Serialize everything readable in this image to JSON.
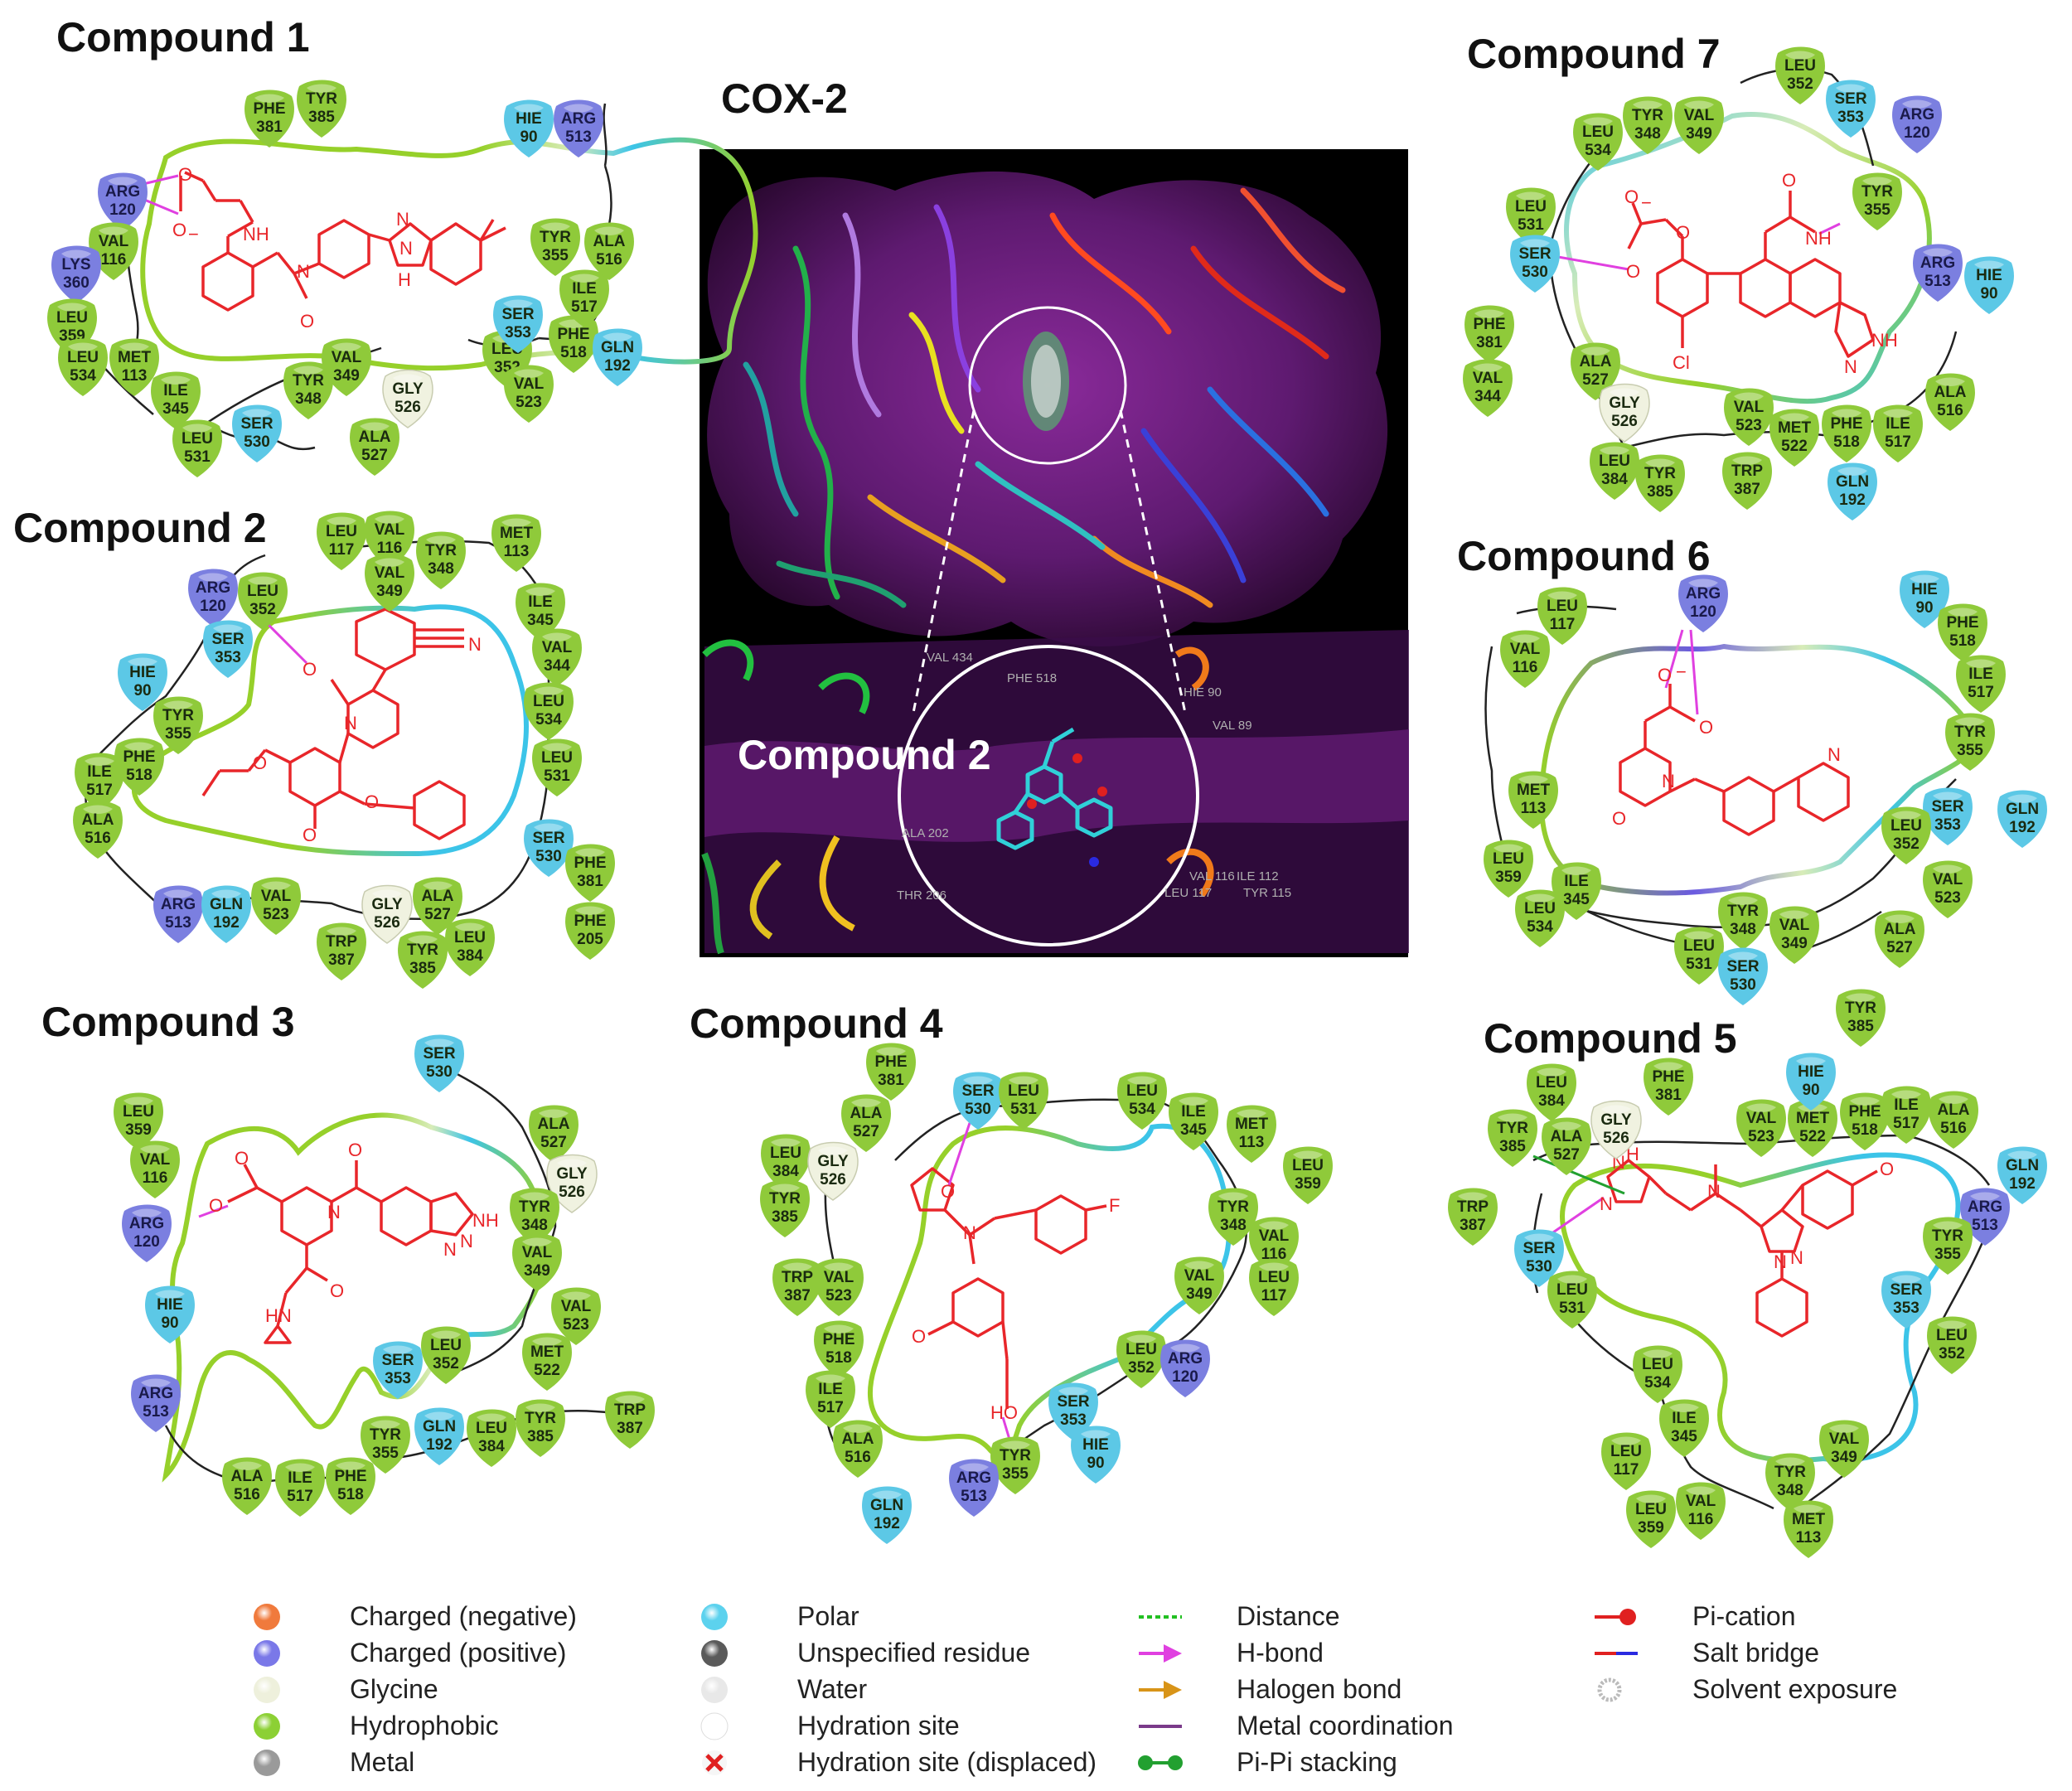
{
  "titles": {
    "c1": "Compound 1",
    "c2": "Compound 2",
    "c3": "Compound 3",
    "c4": "Compound 4",
    "c5": "Compound 5",
    "c6": "Compound 6",
    "c7": "Compound 7",
    "cox2": "COX-2",
    "inset": "Compound 2"
  },
  "colors": {
    "hydrophobic": "#8fca3a",
    "polar": "#5cc8e6",
    "positive": "#7b7fe0",
    "glycine": "#f0f2e0",
    "pocket_green": "#96d02a",
    "pocket_blue": "#3cc4e8",
    "ligand": "#e8262a",
    "hbond": "#e040e0"
  },
  "panels": {
    "c1": {
      "residues": [
        {
          "n": "PHE",
          "k": "381",
          "t": "h"
        },
        {
          "n": "TYR",
          "k": "385",
          "t": "h"
        },
        {
          "n": "HIE",
          "k": "90",
          "t": "p"
        },
        {
          "n": "ARG",
          "k": "513",
          "t": "c"
        },
        {
          "n": "ARG",
          "k": "120",
          "t": "c"
        },
        {
          "n": "VAL",
          "k": "116",
          "t": "h"
        },
        {
          "n": "LYS",
          "k": "360",
          "t": "c"
        },
        {
          "n": "LEU",
          "k": "359",
          "t": "h"
        },
        {
          "n": "LEU",
          "k": "534",
          "t": "h"
        },
        {
          "n": "MET",
          "k": "113",
          "t": "h"
        },
        {
          "n": "ILE",
          "k": "345",
          "t": "h"
        },
        {
          "n": "LEU",
          "k": "531",
          "t": "h"
        },
        {
          "n": "SER",
          "k": "530",
          "t": "p"
        },
        {
          "n": "TYR",
          "k": "348",
          "t": "h"
        },
        {
          "n": "VAL",
          "k": "349",
          "t": "h"
        },
        {
          "n": "LEU",
          "k": "352",
          "t": "h"
        },
        {
          "n": "SER",
          "k": "353",
          "t": "p"
        },
        {
          "n": "GLY",
          "k": "526",
          "t": "g"
        },
        {
          "n": "ALA",
          "k": "527",
          "t": "h"
        },
        {
          "n": "VAL",
          "k": "523",
          "t": "h"
        },
        {
          "n": "PHE",
          "k": "518",
          "t": "h"
        },
        {
          "n": "GLN",
          "k": "192",
          "t": "p"
        },
        {
          "n": "ILE",
          "k": "517",
          "t": "h"
        },
        {
          "n": "ALA",
          "k": "516",
          "t": "h"
        },
        {
          "n": "TYR",
          "k": "355",
          "t": "h"
        }
      ]
    },
    "c2": {
      "residues": [
        {
          "n": "LEU",
          "k": "117",
          "t": "h"
        },
        {
          "n": "VAL",
          "k": "116",
          "t": "h"
        },
        {
          "n": "MET",
          "k": "113",
          "t": "h"
        },
        {
          "n": "TYR",
          "k": "348",
          "t": "h"
        },
        {
          "n": "VAL",
          "k": "349",
          "t": "h"
        },
        {
          "n": "ARG",
          "k": "120",
          "t": "c"
        },
        {
          "n": "LEU",
          "k": "352",
          "t": "h"
        },
        {
          "n": "ILE",
          "k": "345",
          "t": "h"
        },
        {
          "n": "SER",
          "k": "353",
          "t": "p"
        },
        {
          "n": "VAL",
          "k": "344",
          "t": "h"
        },
        {
          "n": "HIE",
          "k": "90",
          "t": "p"
        },
        {
          "n": "LEU",
          "k": "534",
          "t": "h"
        },
        {
          "n": "TYR",
          "k": "355",
          "t": "h"
        },
        {
          "n": "PHE",
          "k": "518",
          "t": "h"
        },
        {
          "n": "ILE",
          "k": "517",
          "t": "h"
        },
        {
          "n": "LEU",
          "k": "531",
          "t": "h"
        },
        {
          "n": "ALA",
          "k": "516",
          "t": "h"
        },
        {
          "n": "SER",
          "k": "530",
          "t": "p"
        },
        {
          "n": "PHE",
          "k": "381",
          "t": "h"
        },
        {
          "n": "ARG",
          "k": "513",
          "t": "c"
        },
        {
          "n": "GLN",
          "k": "192",
          "t": "p"
        },
        {
          "n": "VAL",
          "k": "523",
          "t": "h"
        },
        {
          "n": "GLY",
          "k": "526",
          "t": "g"
        },
        {
          "n": "ALA",
          "k": "527",
          "t": "h"
        },
        {
          "n": "LEU",
          "k": "384",
          "t": "h"
        },
        {
          "n": "TRP",
          "k": "387",
          "t": "h"
        },
        {
          "n": "TYR",
          "k": "385",
          "t": "h"
        },
        {
          "n": "PHE",
          "k": "205",
          "t": "h"
        }
      ]
    },
    "c3": {
      "residues": [
        {
          "n": "SER",
          "k": "530",
          "t": "p"
        },
        {
          "n": "ALA",
          "k": "527",
          "t": "h"
        },
        {
          "n": "LEU",
          "k": "359",
          "t": "h"
        },
        {
          "n": "GLY",
          "k": "526",
          "t": "g"
        },
        {
          "n": "VAL",
          "k": "116",
          "t": "h"
        },
        {
          "n": "TYR",
          "k": "348",
          "t": "h"
        },
        {
          "n": "ARG",
          "k": "120",
          "t": "c"
        },
        {
          "n": "VAL",
          "k": "349",
          "t": "h"
        },
        {
          "n": "VAL",
          "k": "523",
          "t": "h"
        },
        {
          "n": "HIE",
          "k": "90",
          "t": "p"
        },
        {
          "n": "LEU",
          "k": "352",
          "t": "h"
        },
        {
          "n": "MET",
          "k": "522",
          "t": "h"
        },
        {
          "n": "SER",
          "k": "353",
          "t": "p"
        },
        {
          "n": "ARG",
          "k": "513",
          "t": "c"
        },
        {
          "n": "GLN",
          "k": "192",
          "t": "p"
        },
        {
          "n": "TYR",
          "k": "355",
          "t": "h"
        },
        {
          "n": "LEU",
          "k": "384",
          "t": "h"
        },
        {
          "n": "TYR",
          "k": "385",
          "t": "h"
        },
        {
          "n": "TRP",
          "k": "387",
          "t": "h"
        },
        {
          "n": "ALA",
          "k": "516",
          "t": "h"
        },
        {
          "n": "ILE",
          "k": "517",
          "t": "h"
        },
        {
          "n": "PHE",
          "k": "518",
          "t": "h"
        }
      ]
    },
    "c4": {
      "residues": [
        {
          "n": "PHE",
          "k": "381",
          "t": "h"
        },
        {
          "n": "SER",
          "k": "530",
          "t": "p"
        },
        {
          "n": "LEU",
          "k": "531",
          "t": "h"
        },
        {
          "n": "LEU",
          "k": "534",
          "t": "h"
        },
        {
          "n": "ILE",
          "k": "345",
          "t": "h"
        },
        {
          "n": "MET",
          "k": "113",
          "t": "h"
        },
        {
          "n": "ALA",
          "k": "527",
          "t": "h"
        },
        {
          "n": "LEU",
          "k": "384",
          "t": "h"
        },
        {
          "n": "GLY",
          "k": "526",
          "t": "g"
        },
        {
          "n": "LEU",
          "k": "359",
          "t": "h"
        },
        {
          "n": "TYR",
          "k": "385",
          "t": "h"
        },
        {
          "n": "TYR",
          "k": "348",
          "t": "h"
        },
        {
          "n": "VAL",
          "k": "116",
          "t": "h"
        },
        {
          "n": "TRP",
          "k": "387",
          "t": "h"
        },
        {
          "n": "VAL",
          "k": "523",
          "t": "h"
        },
        {
          "n": "VAL",
          "k": "349",
          "t": "h"
        },
        {
          "n": "LEU",
          "k": "117",
          "t": "h"
        },
        {
          "n": "PHE",
          "k": "518",
          "t": "h"
        },
        {
          "n": "LEU",
          "k": "352",
          "t": "h"
        },
        {
          "n": "ARG",
          "k": "120",
          "t": "c"
        },
        {
          "n": "ILE",
          "k": "517",
          "t": "h"
        },
        {
          "n": "SER",
          "k": "353",
          "t": "p"
        },
        {
          "n": "ALA",
          "k": "516",
          "t": "h"
        },
        {
          "n": "TYR",
          "k": "355",
          "t": "h"
        },
        {
          "n": "HIE",
          "k": "90",
          "t": "p"
        },
        {
          "n": "ARG",
          "k": "513",
          "t": "c"
        },
        {
          "n": "GLN",
          "k": "192",
          "t": "p"
        }
      ]
    },
    "c5": {
      "residues": [
        {
          "n": "LEU",
          "k": "384",
          "t": "h"
        },
        {
          "n": "PHE",
          "k": "381",
          "t": "h"
        },
        {
          "n": "TYR",
          "k": "385",
          "t": "h"
        },
        {
          "n": "GLY",
          "k": "526",
          "t": "g"
        },
        {
          "n": "ALA",
          "k": "527",
          "t": "h"
        },
        {
          "n": "VAL",
          "k": "523",
          "t": "h"
        },
        {
          "n": "MET",
          "k": "522",
          "t": "h"
        },
        {
          "n": "HIE",
          "k": "90",
          "t": "p"
        },
        {
          "n": "PHE",
          "k": "518",
          "t": "h"
        },
        {
          "n": "ILE",
          "k": "517",
          "t": "h"
        },
        {
          "n": "ALA",
          "k": "516",
          "t": "h"
        },
        {
          "n": "GLN",
          "k": "192",
          "t": "p"
        },
        {
          "n": "TRP",
          "k": "387",
          "t": "h"
        },
        {
          "n": "ARG",
          "k": "513",
          "t": "c"
        },
        {
          "n": "SER",
          "k": "530",
          "t": "p"
        },
        {
          "n": "TYR",
          "k": "355",
          "t": "h"
        },
        {
          "n": "LEU",
          "k": "531",
          "t": "h"
        },
        {
          "n": "SER",
          "k": "353",
          "t": "p"
        },
        {
          "n": "LEU",
          "k": "352",
          "t": "h"
        },
        {
          "n": "LEU",
          "k": "534",
          "t": "h"
        },
        {
          "n": "ILE",
          "k": "345",
          "t": "h"
        },
        {
          "n": "LEU",
          "k": "117",
          "t": "h"
        },
        {
          "n": "VAL",
          "k": "349",
          "t": "h"
        },
        {
          "n": "TYR",
          "k": "348",
          "t": "h"
        },
        {
          "n": "VAL",
          "k": "116",
          "t": "h"
        },
        {
          "n": "LEU",
          "k": "359",
          "t": "h"
        },
        {
          "n": "MET",
          "k": "113",
          "t": "h"
        }
      ]
    },
    "c6": {
      "residues": [
        {
          "n": "ARG",
          "k": "120",
          "t": "c"
        },
        {
          "n": "HIE",
          "k": "90",
          "t": "p"
        },
        {
          "n": "LEU",
          "k": "117",
          "t": "h"
        },
        {
          "n": "PHE",
          "k": "518",
          "t": "h"
        },
        {
          "n": "VAL",
          "k": "116",
          "t": "h"
        },
        {
          "n": "ILE",
          "k": "517",
          "t": "h"
        },
        {
          "n": "TYR",
          "k": "355",
          "t": "h"
        },
        {
          "n": "MET",
          "k": "113",
          "t": "h"
        },
        {
          "n": "SER",
          "k": "353",
          "t": "p"
        },
        {
          "n": "GLN",
          "k": "192",
          "t": "p"
        },
        {
          "n": "LEU",
          "k": "352",
          "t": "h"
        },
        {
          "n": "LEU",
          "k": "359",
          "t": "h"
        },
        {
          "n": "VAL",
          "k": "523",
          "t": "h"
        },
        {
          "n": "ILE",
          "k": "345",
          "t": "h"
        },
        {
          "n": "LEU",
          "k": "534",
          "t": "h"
        },
        {
          "n": "TYR",
          "k": "348",
          "t": "h"
        },
        {
          "n": "VAL",
          "k": "349",
          "t": "h"
        },
        {
          "n": "ALA",
          "k": "527",
          "t": "h"
        },
        {
          "n": "LEU",
          "k": "531",
          "t": "h"
        },
        {
          "n": "SER",
          "k": "530",
          "t": "p"
        },
        {
          "n": "TYR",
          "k": "385",
          "t": "h"
        }
      ]
    },
    "c7": {
      "residues": [
        {
          "n": "LEU",
          "k": "352",
          "t": "h"
        },
        {
          "n": "SER",
          "k": "353",
          "t": "p"
        },
        {
          "n": "TYR",
          "k": "348",
          "t": "h"
        },
        {
          "n": "VAL",
          "k": "349",
          "t": "h"
        },
        {
          "n": "ARG",
          "k": "120",
          "t": "c"
        },
        {
          "n": "LEU",
          "k": "534",
          "t": "h"
        },
        {
          "n": "TYR",
          "k": "355",
          "t": "h"
        },
        {
          "n": "LEU",
          "k": "531",
          "t": "h"
        },
        {
          "n": "SER",
          "k": "530",
          "t": "p"
        },
        {
          "n": "ARG",
          "k": "513",
          "t": "c"
        },
        {
          "n": "HIE",
          "k": "90",
          "t": "p"
        },
        {
          "n": "PHE",
          "k": "381",
          "t": "h"
        },
        {
          "n": "VAL",
          "k": "344",
          "t": "h"
        },
        {
          "n": "ALA",
          "k": "527",
          "t": "h"
        },
        {
          "n": "GLY",
          "k": "526",
          "t": "g"
        },
        {
          "n": "ALA",
          "k": "516",
          "t": "h"
        },
        {
          "n": "VAL",
          "k": "523",
          "t": "h"
        },
        {
          "n": "MET",
          "k": "522",
          "t": "h"
        },
        {
          "n": "PHE",
          "k": "518",
          "t": "h"
        },
        {
          "n": "ILE",
          "k": "517",
          "t": "h"
        },
        {
          "n": "LEU",
          "k": "384",
          "t": "h"
        },
        {
          "n": "TYR",
          "k": "385",
          "t": "h"
        },
        {
          "n": "TRP",
          "k": "387",
          "t": "h"
        },
        {
          "n": "GLN",
          "k": "192",
          "t": "p"
        }
      ]
    }
  },
  "inset_labels": [
    "VAL 434",
    "PHE 518",
    "HIE 90",
    "VAL 89",
    "ALA 202",
    "THR 206",
    "LEU 117",
    "ILE 112",
    "TYR 115",
    "VAL 116"
  ],
  "legend": [
    {
      "label": "Charged (negative)",
      "sym": "ball",
      "color": "#f07a3c"
    },
    {
      "label": "Charged (positive)",
      "sym": "ball",
      "color": "#7a78e8"
    },
    {
      "label": "Glycine",
      "sym": "ball",
      "color": "#eef0dc"
    },
    {
      "label": "Hydrophobic",
      "sym": "ball",
      "color": "#8cd034"
    },
    {
      "label": "Metal",
      "sym": "ball",
      "color": "#9a9a9a"
    },
    {
      "label": "Polar",
      "sym": "ball",
      "color": "#5cd2ee"
    },
    {
      "label": "Unspecified residue",
      "sym": "ball",
      "color": "#5a5a5a"
    },
    {
      "label": "Water",
      "sym": "ball",
      "color": "#e8e8e8"
    },
    {
      "label": "Hydration site",
      "sym": "ball",
      "color": "#ffffff"
    },
    {
      "label": "Hydration site (displaced)",
      "sym": "cross",
      "color": "#e02020"
    },
    {
      "label": "Distance",
      "sym": "dash",
      "color": "#22c022"
    },
    {
      "label": "H-bond",
      "sym": "arrow",
      "color": "#e040e0"
    },
    {
      "label": "Halogen bond",
      "sym": "arrow",
      "color": "#d89418"
    },
    {
      "label": "Metal coordination",
      "sym": "line",
      "color": "#7a3a8a"
    },
    {
      "label": "Pi-Pi stacking",
      "sym": "dumbbell",
      "color": "#22a030"
    },
    {
      "label": "Pi-cation",
      "sym": "pin",
      "color": "#e02020"
    },
    {
      "label": "Salt bridge",
      "sym": "salt",
      "color": "#e02020"
    },
    {
      "label": "Solvent exposure",
      "sym": "halo",
      "color": "#bbbbbb"
    }
  ]
}
